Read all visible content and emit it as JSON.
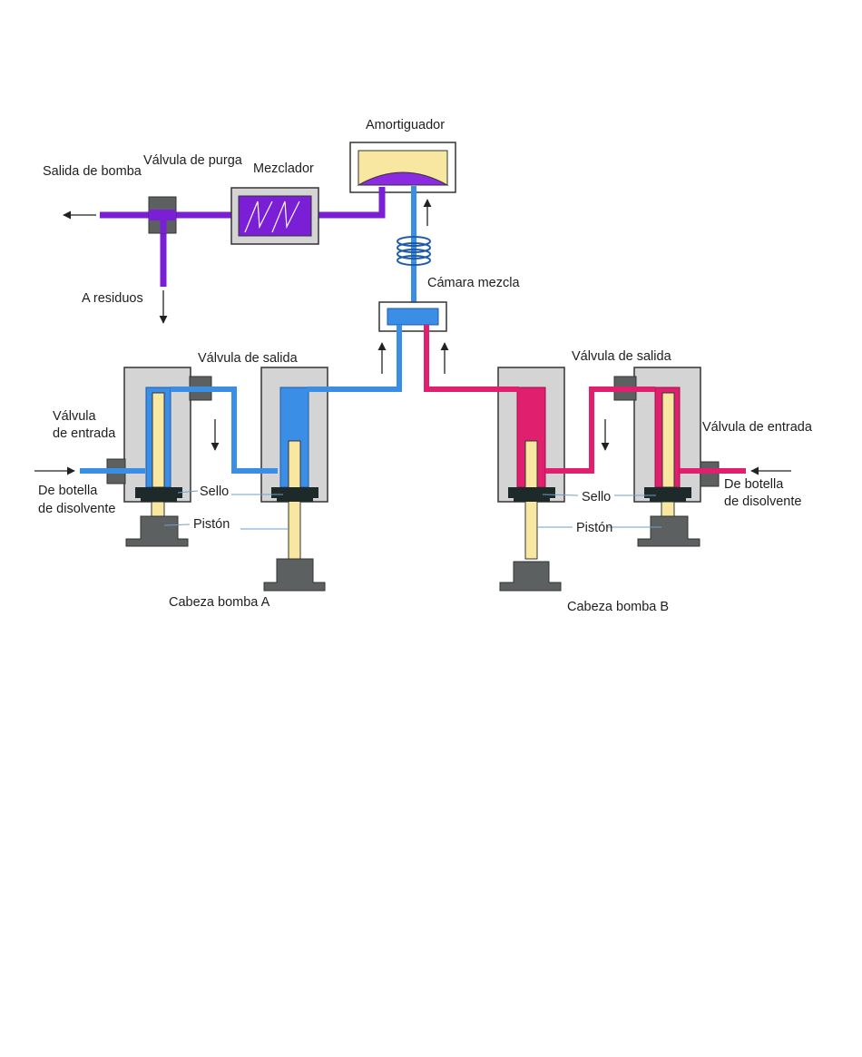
{
  "labels": {
    "amortiguador": "Amortiguador",
    "valvula_purga": "Válvula de purga",
    "salida_bomba": "Salida de bomba",
    "mezclador": "Mezclador",
    "a_residuos": "A residuos",
    "camara_mezcla": "Cámara mezcla",
    "valvula_salida_a": "Válvula de salida",
    "valvula_salida_b": "Válvula de salida",
    "valvula_entrada_a_1": "Válvula",
    "valvula_entrada_a_2": "de entrada",
    "valvula_entrada_b": "Válvula de entrada",
    "botella_a_1": "De botella",
    "botella_a_2": "de disolvente",
    "botella_b_1": "De botella",
    "botella_b_2": "de disolvente",
    "sello_a": "Sello",
    "sello_b": "Sello",
    "piston_a": "Pistón",
    "piston_b": "Pistón",
    "cabeza_a": "Cabeza bomba A",
    "cabeza_b": "Cabeza bomba B"
  },
  "colors": {
    "solvent_a": "#3a8ee6",
    "solvent_b": "#e0206e",
    "mixed": "#7a1fd6",
    "piston": "#f7e7a0",
    "housing": "#d4d4d4",
    "valve": "#5c6060"
  }
}
